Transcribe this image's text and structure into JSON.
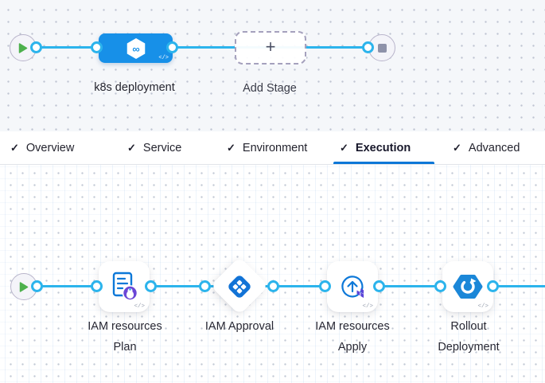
{
  "colors": {
    "line_blue": "#2cb4ec",
    "node_blue": "#1790e8",
    "icon_blue": "#0d78d8",
    "underline_blue": "#0b77d7",
    "play_green": "#4db04d",
    "stop_gray": "#8e92a9",
    "badge_purple": "#6b46d6",
    "terraform_purple": "#5b45d8",
    "rollout_blue": "#1b87d8"
  },
  "stage_editor": {
    "stage_label": "k8s deployment",
    "add_stage_label": "Add Stage",
    "plus_glyph": "+",
    "code_badge": "</>"
  },
  "tab_bar": {
    "check_glyph": "✓",
    "active_tab": "Execution",
    "tabs": [
      {
        "label": "Overview"
      },
      {
        "label": "Service"
      },
      {
        "label": "Environment"
      },
      {
        "label": "Execution"
      },
      {
        "label": "Advanced"
      }
    ]
  },
  "execution_editor": {
    "steps": [
      {
        "name": "terraform-plan-step",
        "line1": "IAM resources",
        "line2": "Plan",
        "code_badge": "</>"
      },
      {
        "name": "approval-step",
        "line1": "IAM Approval",
        "line2": "",
        "code_badge": ""
      },
      {
        "name": "terraform-apply-step",
        "line1": "IAM resources",
        "line2": "Apply",
        "code_badge": "</>"
      },
      {
        "name": "rollout-step",
        "line1": "Rollout",
        "line2": "Deployment",
        "code_badge": "</>"
      }
    ]
  }
}
